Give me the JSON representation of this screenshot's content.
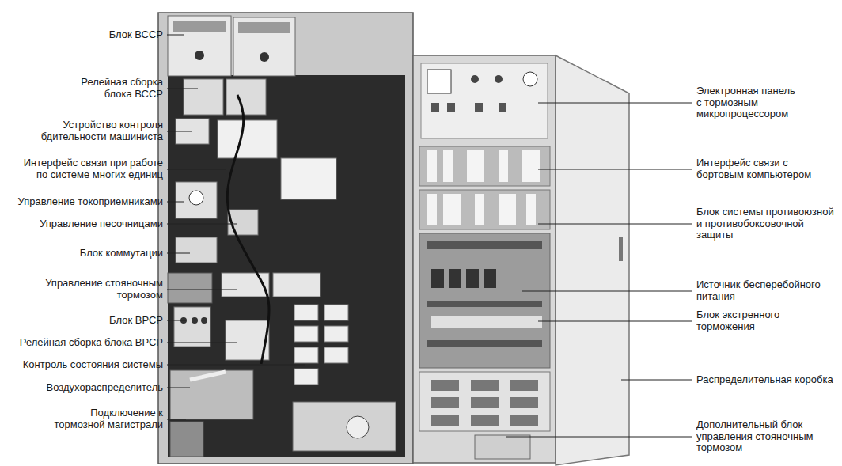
{
  "diagram": {
    "labels": [
      "Блок ВССР",
      "Релейная сборка блока ВССР",
      "Устройство контроля бдительности машиниста",
      "Интерфейс связи при работе по системе многих единиц",
      "Управление токоприемниками",
      "Управление песочницами",
      "Блок коммутации",
      "Управление стояночным тормозом",
      "Блок ВРСР",
      "Релейная сборка блока ВРСР",
      "Контроль состояния системы",
      "Воздухораспределитель",
      "Подключение к тормозной магистрали",
      "Электронная панель с тормозным микропроцессором",
      "Интерфейс связи с бортовым компьютером",
      "Блок системы противоюзной и противобоксовочной защиты",
      "Источник бесперебойного питания",
      "Блок экстренного торможения",
      "Распределительная коробка",
      "Дополнительный блок управления стояночным тормозом"
    ]
  }
}
